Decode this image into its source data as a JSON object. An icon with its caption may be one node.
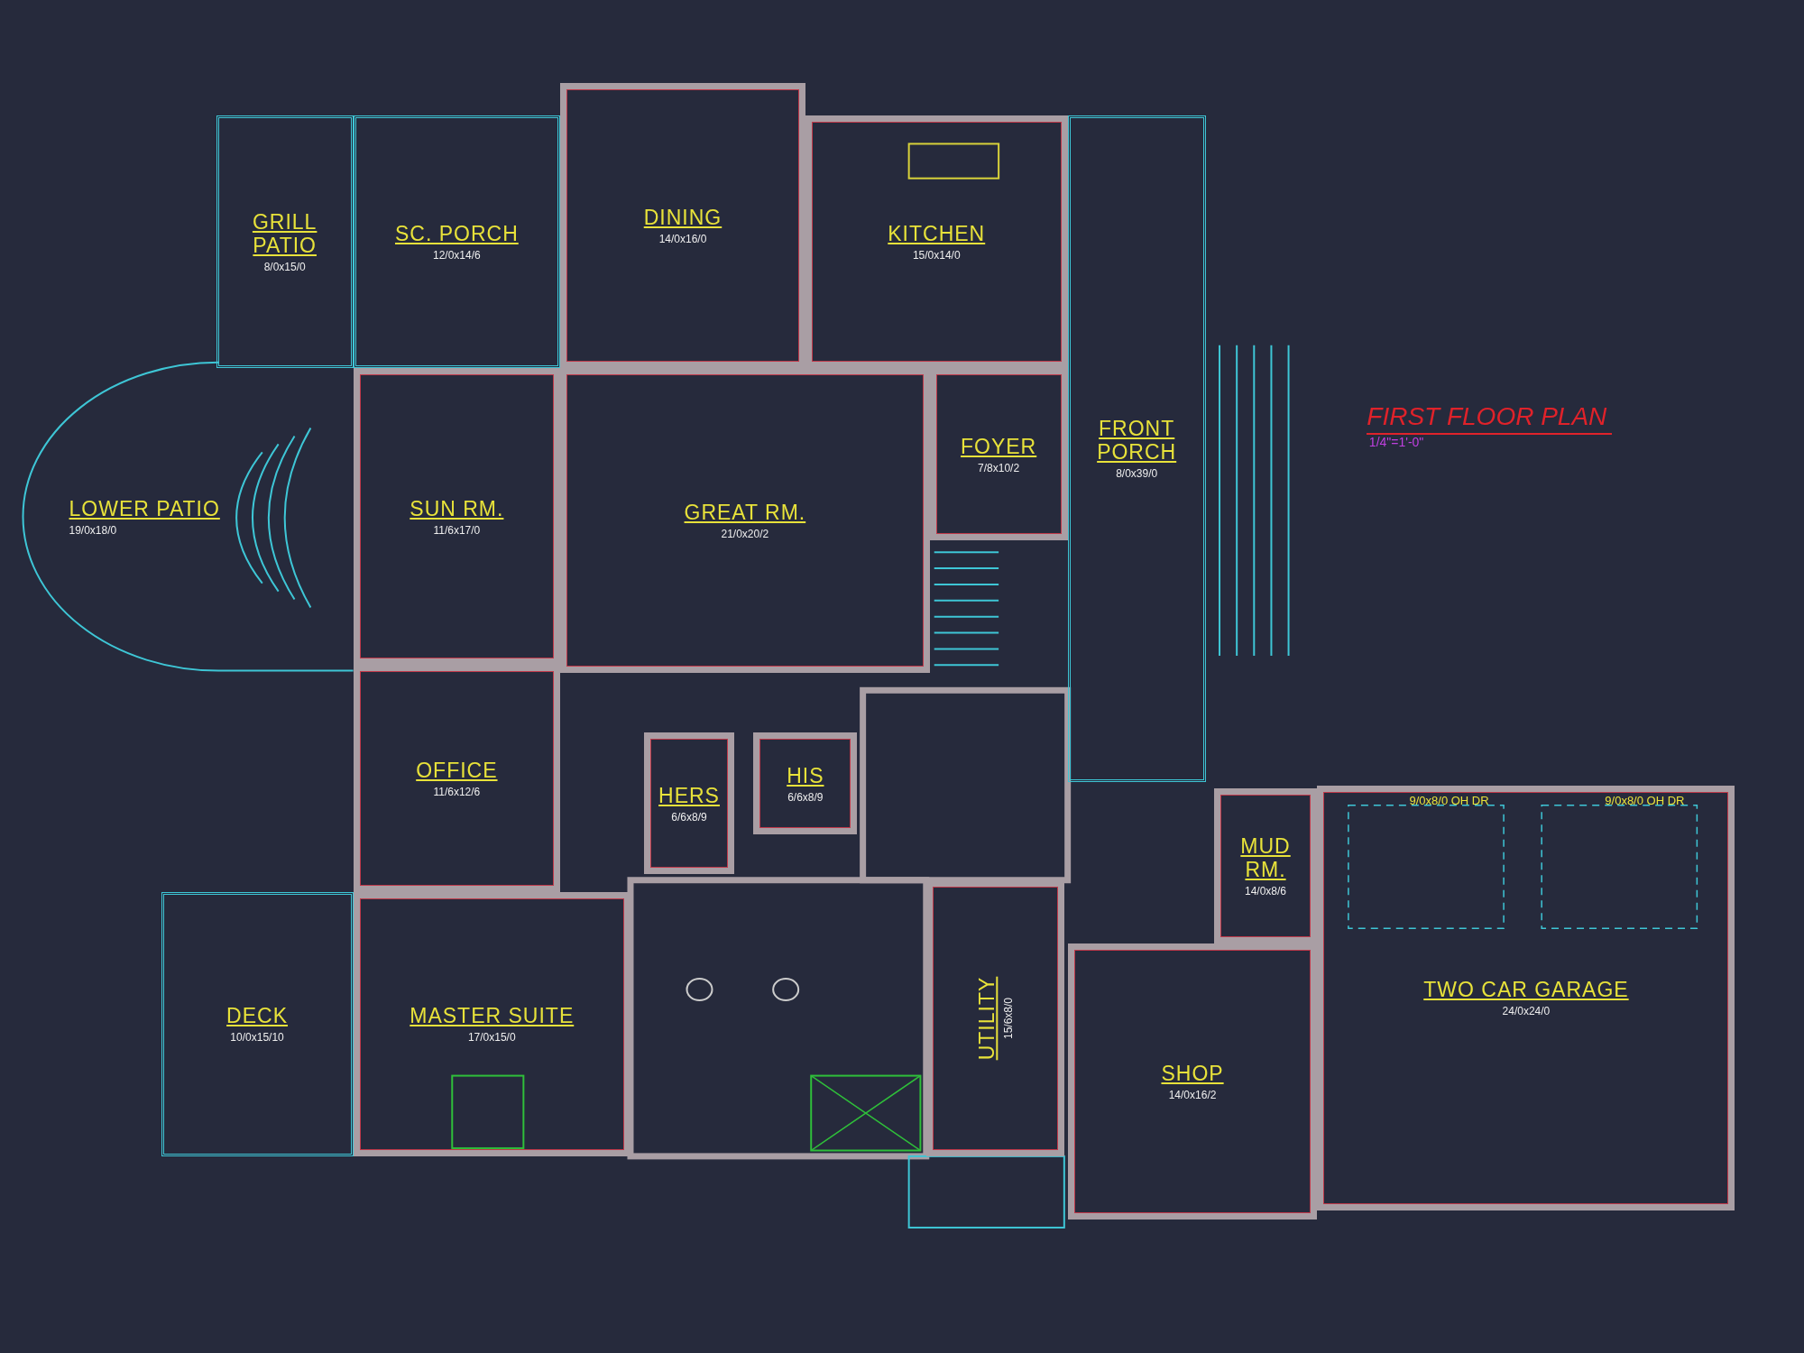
{
  "diagram": {
    "title": "FIRST FLOOR PLAN",
    "nodes": [
      {
        "text": [
          "GRILL PATIO",
          "8/0x15/0"
        ]
      },
      {
        "text": [
          "SC. PORCH",
          "12/0x14/6"
        ]
      },
      {
        "text": [
          "DINING",
          "14/0x16/0"
        ]
      },
      {
        "text": [
          "KITCHEN",
          "15/0x14/0"
        ]
      },
      {
        "text": [
          "LOWER PATIO",
          "19/0x18/0"
        ]
      },
      {
        "text": [
          "SUN RM.",
          "11/6x17/0"
        ]
      },
      {
        "text": [
          "GREAT RM.",
          "21/0x20/2"
        ]
      },
      {
        "text": [
          "FOYER",
          "7/8x10/2"
        ]
      },
      {
        "text": [
          "FRONT PORCH",
          "8/0x39/0"
        ]
      },
      {
        "text": [
          "OFFICE",
          "11/6x12/6"
        ]
      },
      {
        "text": [
          "HIS",
          "6/6x8/9"
        ]
      },
      {
        "text": [
          "HERS",
          "6/6x8/9"
        ]
      },
      {
        "text": [
          "MUD RM.",
          "14/0x8/6"
        ]
      },
      {
        "text": [
          "DECK",
          "10/0x15/10"
        ]
      },
      {
        "text": [
          "MASTER SUITE",
          "17/0x15/0"
        ]
      },
      {
        "text": [
          "UTILITY",
          "15/6x8/0"
        ]
      },
      {
        "text": [
          "TWO CAR GARAGE",
          "24/0x24/0"
        ]
      },
      {
        "text": [
          "SHOP",
          "14/0x16/2"
        ]
      }
    ],
    "labels": [
      "1/4\"=1'-0\"",
      "9/0x8/0 OH DR",
      "9/0x8/0 OH DR"
    ]
  }
}
